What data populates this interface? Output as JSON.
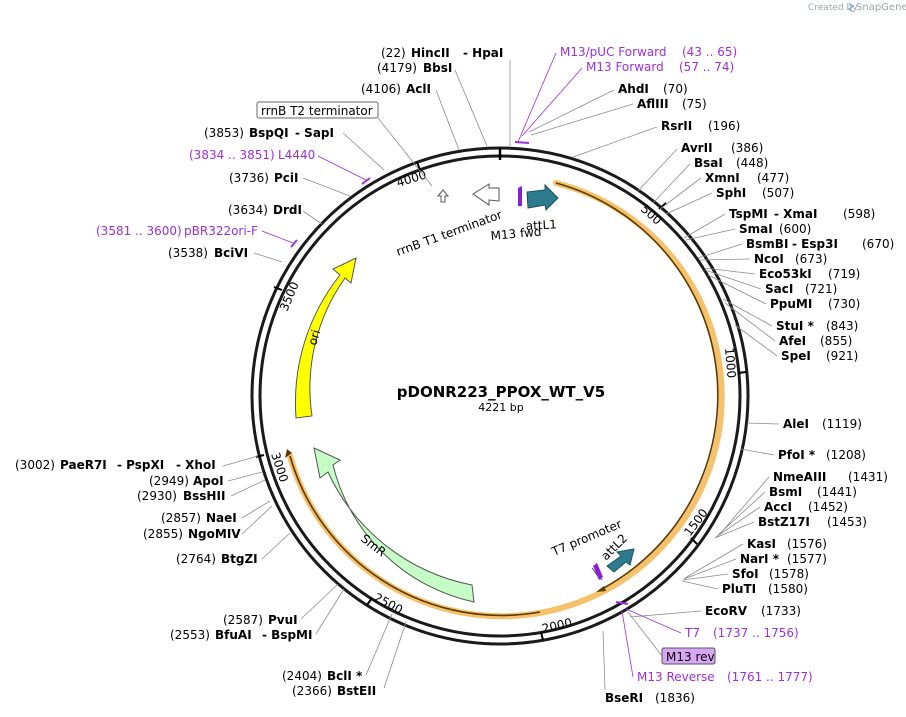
{
  "brand": {
    "created_by": "Created by",
    "product": "SnapGene"
  },
  "plasmid": {
    "name": "pDONR223_PPOX_WT_V5",
    "length_label": "4221 bp"
  },
  "ruler": [
    {
      "label": "500"
    },
    {
      "label": "1000"
    },
    {
      "label": "1500"
    },
    {
      "label": "2000"
    },
    {
      "label": "2500"
    },
    {
      "label": "3000"
    },
    {
      "label": "3500"
    },
    {
      "label": "4000"
    }
  ],
  "features": [
    {
      "name": "ori",
      "color": "#ffff00"
    },
    {
      "name": "SmR",
      "color": "#c6fcc6"
    },
    {
      "name": "attL1",
      "color": "#2e7b8f"
    },
    {
      "name": "attL2",
      "color": "#2e7b8f"
    },
    {
      "name": "rrnB T1 terminator",
      "color": "#ffffff"
    },
    {
      "name": "rrnB T2 terminator",
      "color": "#ffffff"
    },
    {
      "name": "T7 promoter",
      "color": "#ffffff"
    },
    {
      "name": "M13 fwd",
      "color": "#8b1fd6"
    },
    {
      "name": "M13 rev",
      "color": "#8b1fd6"
    }
  ],
  "sites": [
    {
      "pos": "(22)",
      "name": "HincII",
      "name2": "HpaI"
    },
    {
      "pos": "(4179)",
      "name": "BbsI"
    },
    {
      "pos": "(4106)",
      "name": "AclI"
    },
    {
      "pos": "(3853)",
      "name": "BspQI",
      "name2": "SapI"
    },
    {
      "pos": "(3736)",
      "name": "PciI"
    },
    {
      "pos": "(3634)",
      "name": "DrdI"
    },
    {
      "pos": "(3538)",
      "name": "BciVI"
    },
    {
      "pos": "(3002)",
      "name": "PaeR7I",
      "name2": "PspXI",
      "name3": "XhoI"
    },
    {
      "pos": "(2949)",
      "name": "ApoI"
    },
    {
      "pos": "(2930)",
      "name": "BssHII"
    },
    {
      "pos": "(2857)",
      "name": "NaeI"
    },
    {
      "pos": "(2855)",
      "name": "NgoMIV"
    },
    {
      "pos": "(2764)",
      "name": "BtgZI"
    },
    {
      "pos": "(2587)",
      "name": "PvuI"
    },
    {
      "pos": "(2553)",
      "name": "BfuAI",
      "name2": "BspMI"
    },
    {
      "pos": "(2404)",
      "name": "BclI *"
    },
    {
      "pos": "(2366)",
      "name": "BstEII"
    },
    {
      "pos": "(70)",
      "name": "AhdI"
    },
    {
      "pos": "(75)",
      "name": "AflIII"
    },
    {
      "pos": "(196)",
      "name": "RsrII"
    },
    {
      "pos": "(386)",
      "name": "AvrII"
    },
    {
      "pos": "(448)",
      "name": "BsaI"
    },
    {
      "pos": "(477)",
      "name": "XmnI"
    },
    {
      "pos": "(507)",
      "name": "SphI"
    },
    {
      "pos": "(598)",
      "name": "TspMI",
      "name2": "XmaI"
    },
    {
      "pos": "(600)",
      "name": "SmaI"
    },
    {
      "pos": "(670)",
      "name": "BsmBI",
      "name2": "Esp3I"
    },
    {
      "pos": "(673)",
      "name": "NcoI"
    },
    {
      "pos": "(719)",
      "name": "Eco53kI"
    },
    {
      "pos": "(721)",
      "name": "SacI"
    },
    {
      "pos": "(730)",
      "name": "PpuMI"
    },
    {
      "pos": "(843)",
      "name": "StuI *"
    },
    {
      "pos": "(855)",
      "name": "AfeI"
    },
    {
      "pos": "(921)",
      "name": "SpeI"
    },
    {
      "pos": "(1119)",
      "name": "AleI"
    },
    {
      "pos": "(1208)",
      "name": "PfoI *"
    },
    {
      "pos": "(1431)",
      "name": "NmeAIII"
    },
    {
      "pos": "(1441)",
      "name": "BsmI"
    },
    {
      "pos": "(1452)",
      "name": "AccI"
    },
    {
      "pos": "(1453)",
      "name": "BstZ17I"
    },
    {
      "pos": "(1576)",
      "name": "KasI"
    },
    {
      "pos": "(1577)",
      "name": "NarI *"
    },
    {
      "pos": "(1578)",
      "name": "SfoI"
    },
    {
      "pos": "(1580)",
      "name": "PluTI"
    },
    {
      "pos": "(1733)",
      "name": "EcoRV"
    },
    {
      "pos": "(1836)",
      "name": "BseRI"
    }
  ],
  "primers": [
    {
      "name": "M13/pUC Forward",
      "range": "(43 .. 65)"
    },
    {
      "name": "M13 Forward",
      "range": "(57 .. 74)"
    },
    {
      "name": "L4440",
      "range": "(3834 .. 3851)"
    },
    {
      "name": "pBR322ori-F",
      "range": "(3581 .. 3600)"
    },
    {
      "name": "T7",
      "range": "(1737 .. 1756)"
    },
    {
      "name": "M13 Reverse",
      "range": "(1761 .. 1777)"
    }
  ]
}
